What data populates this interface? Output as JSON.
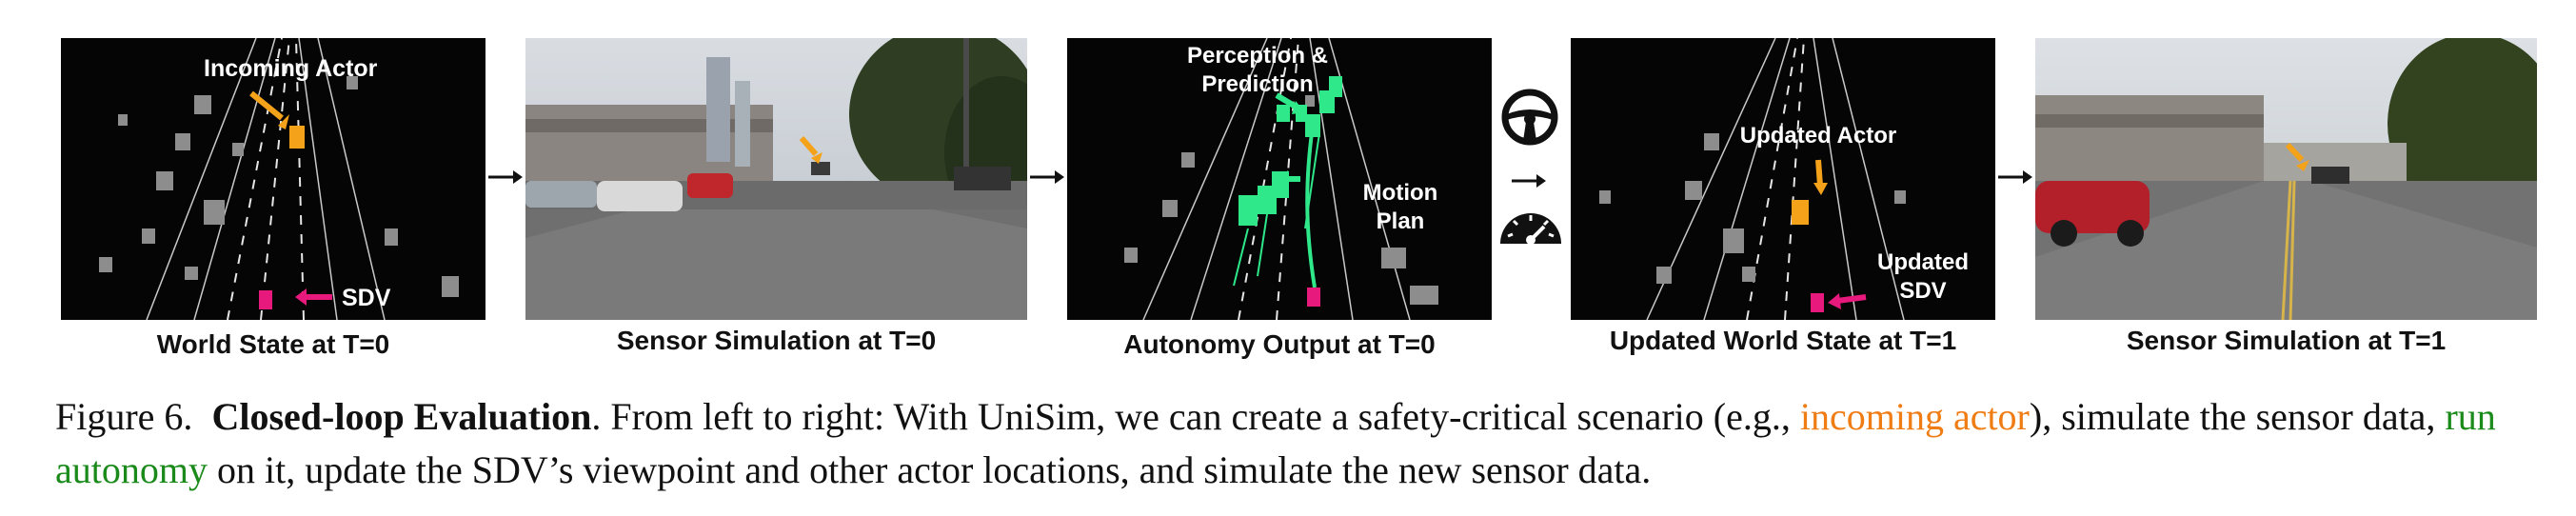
{
  "panels": [
    {
      "caption": "World State at T=0",
      "labels": {
        "actor": "Incoming Actor",
        "sdv": "SDV"
      }
    },
    {
      "caption": "Sensor Simulation at T=0"
    },
    {
      "caption": "Autonomy Output at T=0",
      "labels": {
        "perception_line1": "Perception &",
        "perception_line2": "Prediction",
        "motion_line1": "Motion",
        "motion_line2": "Plan"
      }
    },
    {
      "caption": "Updated World State at T=1",
      "labels": {
        "actor": "Updated Actor",
        "sdv_line1": "Updated",
        "sdv_line2": "SDV"
      }
    },
    {
      "caption": "Sensor Simulation at T=1"
    }
  ],
  "figure_caption": {
    "prefix": "Figure 6.",
    "title": "Closed-loop Evaluation",
    "text1": ". From left to right: With UniSim, we can create a safety-critical scenario (e.g., ",
    "highlight1": "incoming actor",
    "text2": "), simulate the sensor data, ",
    "highlight2": "run autonomy",
    "text3": " on it, update the SDV’s viewpoint and other actor locations, and simulate the new sensor data."
  },
  "colors": {
    "actor": "#f5a21b",
    "sdv": "#e8197d",
    "perception": "#2ee88a",
    "background_dark": "#050505",
    "incoming_highlight": "#f07c14",
    "autonomy_highlight": "#1a8a1a"
  },
  "icons": [
    "steering-wheel-icon",
    "speedometer-icon"
  ]
}
